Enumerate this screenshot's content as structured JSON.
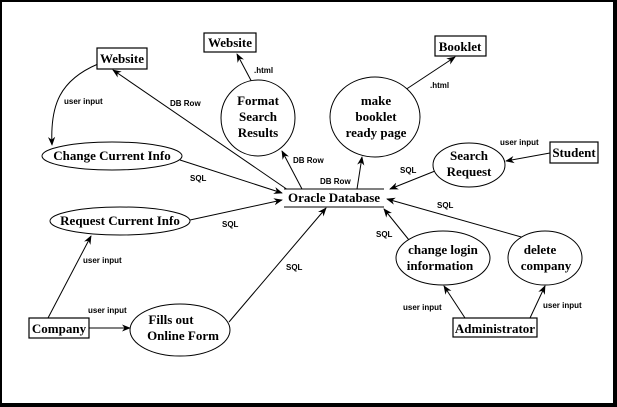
{
  "diagram": {
    "type": "data-flow-diagram",
    "external_entities": [
      {
        "id": "website1",
        "label": "Website"
      },
      {
        "id": "website2",
        "label": "Website"
      },
      {
        "id": "booklet",
        "label": "Booklet"
      },
      {
        "id": "student",
        "label": "Student"
      },
      {
        "id": "company",
        "label": "Company"
      },
      {
        "id": "administrator",
        "label": "Administrator"
      }
    ],
    "processes": [
      {
        "id": "format",
        "lines": [
          "Format",
          "Search",
          "Results"
        ]
      },
      {
        "id": "makebooklet",
        "lines": [
          "make",
          "booklet",
          "ready page"
        ]
      },
      {
        "id": "changeinfo",
        "lines": [
          "Change Current Info"
        ]
      },
      {
        "id": "requestinfo",
        "lines": [
          "Request Current Info"
        ]
      },
      {
        "id": "fillsform",
        "lines": [
          "Fills out",
          "Online Form"
        ]
      },
      {
        "id": "searchreq",
        "lines": [
          "Search",
          "Request"
        ]
      },
      {
        "id": "changelogin",
        "lines": [
          "change login",
          "information"
        ]
      },
      {
        "id": "deletecompany",
        "lines": [
          "delete",
          "company"
        ]
      }
    ],
    "data_store": {
      "id": "oracle",
      "label": "Oracle Database"
    },
    "flows": [
      {
        "from": "website1",
        "to": "changeinfo",
        "label": "user input"
      },
      {
        "from": "oracle",
        "to": "website1",
        "label": "DB Row"
      },
      {
        "from": "changeinfo",
        "to": "oracle",
        "label": "SQL"
      },
      {
        "from": "format",
        "to": "website2",
        "label": ".html"
      },
      {
        "from": "oracle",
        "to": "format",
        "label": "DB Row"
      },
      {
        "from": "makebooklet",
        "to": "booklet",
        "label": ".html"
      },
      {
        "from": "oracle",
        "to": "makebooklet",
        "label": "DB Row"
      },
      {
        "from": "student",
        "to": "searchreq",
        "label": "user input"
      },
      {
        "from": "searchreq",
        "to": "oracle",
        "label": "SQL"
      },
      {
        "from": "requestinfo",
        "to": "oracle",
        "label": "SQL"
      },
      {
        "from": "company",
        "to": "requestinfo",
        "label": "user input"
      },
      {
        "from": "company",
        "to": "fillsform",
        "label": "user input"
      },
      {
        "from": "fillsform",
        "to": "oracle",
        "label": "SQL"
      },
      {
        "from": "changelogin",
        "to": "oracle",
        "label": "SQL"
      },
      {
        "from": "deletecompany",
        "to": "oracle",
        "label": "SQL"
      },
      {
        "from": "administrator",
        "to": "changelogin",
        "label": "user input"
      },
      {
        "from": "administrator",
        "to": "deletecompany",
        "label": "user input"
      }
    ]
  }
}
